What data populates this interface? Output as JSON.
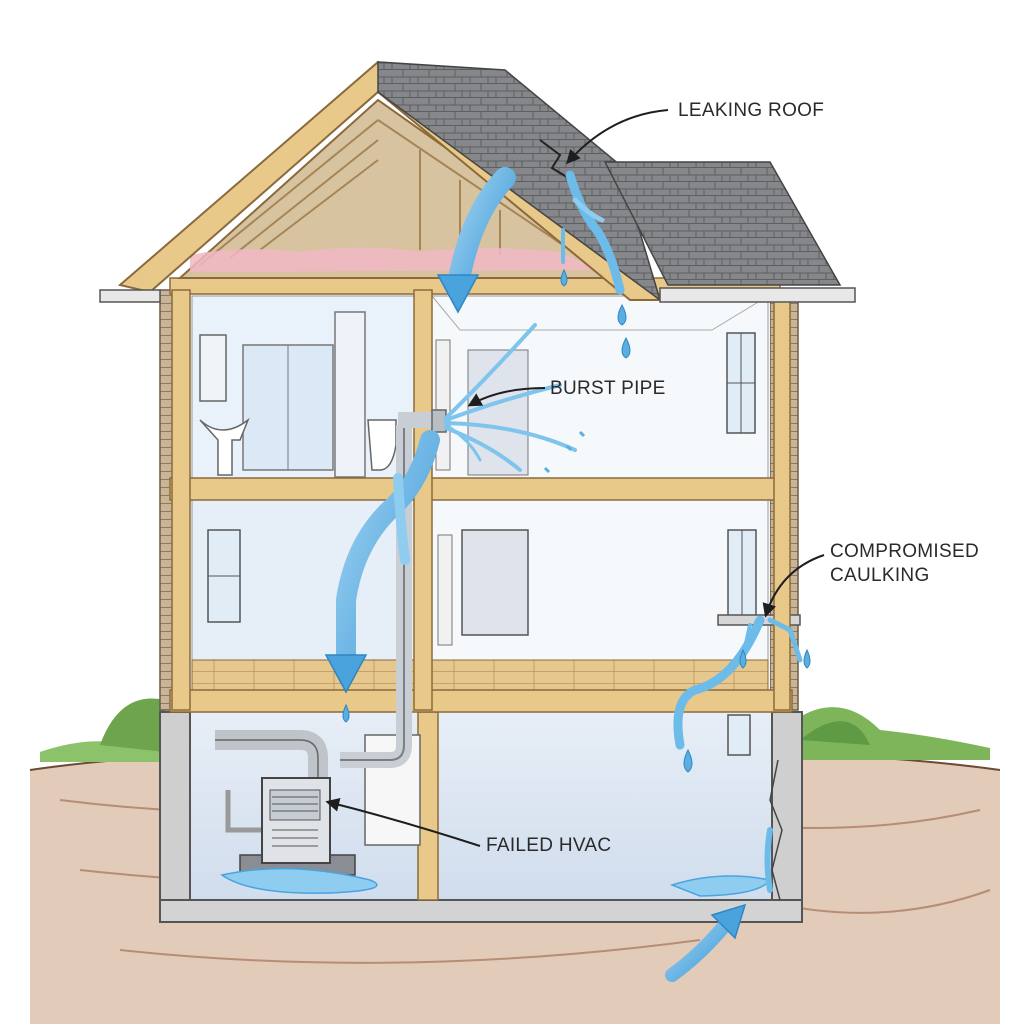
{
  "labels": {
    "leaking_roof": "LEAKING ROOF",
    "burst_pipe": "BURST PIPE",
    "compromised_caulking": [
      "COMPROMISED",
      "CAULKING"
    ],
    "failed_hvac": "FAILED HVAC"
  },
  "colors": {
    "water": "#5aaee0",
    "water_light": "#a9d8f3",
    "wood": "#e8c98a",
    "roof_shingle": "#7b7d80",
    "ground": "#b07a5a",
    "grass": "#7fb55a",
    "wall": "#f3f7fb"
  }
}
